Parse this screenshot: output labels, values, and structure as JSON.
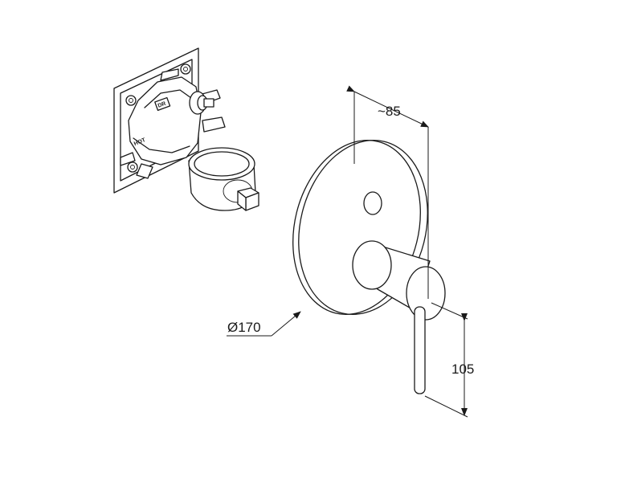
{
  "valve_body": {
    "labels": {
      "top": "DR",
      "side": "HOT"
    }
  },
  "dimensions": {
    "depth": "~85",
    "diameter": "Ø170",
    "height": "105"
  }
}
